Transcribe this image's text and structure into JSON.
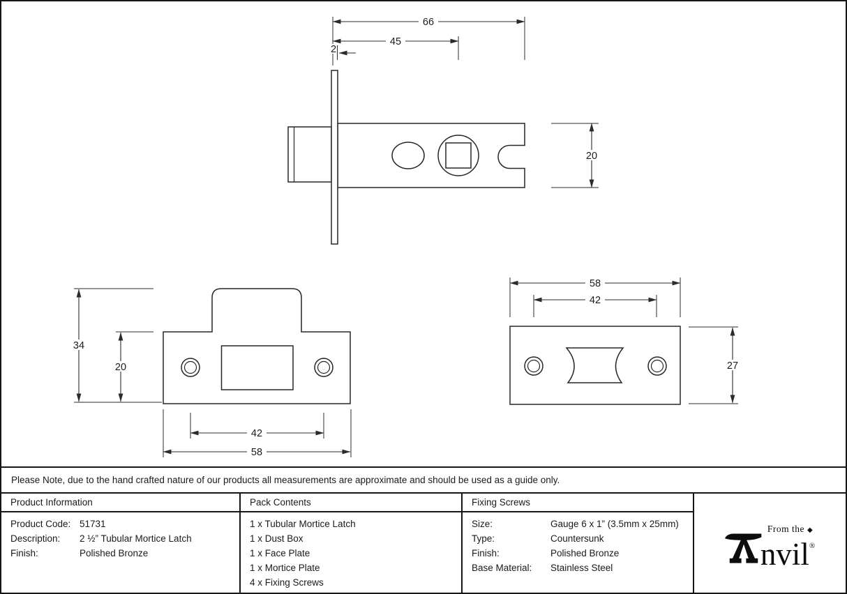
{
  "note": {
    "text": "Please Note, due to the hand crafted nature of our products all measurements are approximate and should be used as a guide only."
  },
  "drawings": {
    "latch_side_view": {
      "overall_length": "66",
      "backset": "45",
      "faceplate_thickness": "2",
      "case_height": "20"
    },
    "strike_plate": {
      "overall_height": "34",
      "plate_height": "20",
      "screw_spacing": "42",
      "plate_width": "58"
    },
    "face_plate": {
      "plate_width": "58",
      "screw_spacing": "42",
      "plate_height": "27"
    }
  },
  "table": {
    "product_info": {
      "header": "Product Information",
      "rows": [
        {
          "label": "Product Code:",
          "value": "51731"
        },
        {
          "label": "Description:",
          "value": "2 ½” Tubular Mortice Latch"
        },
        {
          "label": "Finish:",
          "value": "Polished Bronze"
        }
      ]
    },
    "pack_contents": {
      "header": "Pack Contents",
      "items": [
        "1 x Tubular Mortice Latch",
        "1 x Dust Box",
        "1 x Face Plate",
        "1 x Mortice Plate",
        "4 x Fixing Screws"
      ]
    },
    "fixing_screws": {
      "header": "Fixing Screws",
      "rows": [
        {
          "label": "Size:",
          "value": "Gauge 6 x 1” (3.5mm x 25mm)"
        },
        {
          "label": "Type:",
          "value": "Countersunk"
        },
        {
          "label": "Finish:",
          "value": "Polished Bronze"
        },
        {
          "label": "Base Material:",
          "value": "Stainless Steel"
        }
      ]
    }
  },
  "logo": {
    "tagline": "From the",
    "diamond": "◆",
    "brand_rest": "nvil",
    "registered_mark": "®"
  }
}
